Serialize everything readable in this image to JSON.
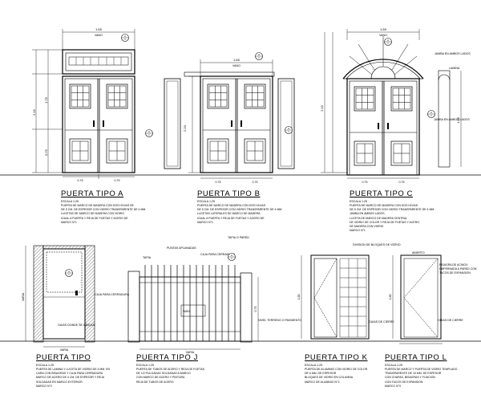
{
  "details": [
    {
      "id": "A",
      "title": "PUERTA TIPO A",
      "scale": "ESCALA 1:25",
      "notes": "PUERTA DE MARCO DE MADERA CON DOS HOJAS DE\nDE 5 CM. DE ESPESOR CON VIDRIO TRANSPARENTE DE 4 MM.\nLUCETAS DE MARCO DE MADERA CON VIDRIO\nIGUAL A PUERTA Y REJA DE FIJETAS Y ACERO DE\nMARCO N°1",
      "dims": {
        "vano": "1.65",
        "vano_label": "VANO",
        "height": "2.15",
        "parts": [
          "1.75",
          "0.75",
          "0.75"
        ],
        "bottom": [
          "0.75",
          "0.75"
        ]
      }
    },
    {
      "id": "B",
      "title": "PUERTA TIPO B",
      "scale": "ESCALA 1:25",
      "notes": "PUERTA DE MARCO DE MADERA CON DOS HOJAS\nDE 5 CM. DE ESPESOR CON VIDRIO TRANSPARENTE DE 4 MM.\nLUCETAS LATERALES DE MARCO DE MADERA\nIGUAL A PUERTA Y REJA DE FIJETAS Y ACERO DE\nMARCO N°1",
      "dims": {
        "vano": "1.65",
        "vano_label": "VANO",
        "height": "2.20",
        "parts": [
          "1.80",
          "0.75"
        ],
        "bottom": [
          "0.75",
          "0.75"
        ]
      }
    },
    {
      "id": "C",
      "title": "PUERTA TIPO C",
      "scale": "ESCALA 1:25",
      "notes": "PUERTA DE MARCO DE MADERA CON DOS HOJAS\nDE 5 CM. DE ESPESOR CON VIDRIO TRANSPARENTE DE 4 MM.\nJAMBA EN AMBOS LADOS\nLUCETA DE MARCO DE MADERA CENTRAL\nDE VIDRIO DE COLOR Y REJA DE FIJETAS Y ACERO\nDE MADERA CON VIDRIO\nMARCO N°1",
      "labels": [
        "JAMBA EN AMBOS LADOS",
        "LAMINA",
        "JAMBA EN AMBOS LADOS"
      ],
      "dims": {
        "vano": "1.65",
        "vano_label": "VANO",
        "height": "2.15",
        "parts": [
          "0.75",
          "0.75"
        ],
        "side": "1.96"
      }
    },
    {
      "id": "I",
      "title": "PUERTA TIPO",
      "scale": "ESCALA 1:25",
      "notes": "PUERTA DE LAMINA Y LUCETA DE VIDRIO DE 4 MM. EN\nCARA CON BISAGRAS Y CAJA PARA CERRADURA\nMARCO DE ACERO DE 4 CM. DE ESPESOR Y REJA\nSOLDADAS EN MARCO EXTERIOR\nMARCO N°2",
      "labels": [
        "CAJA PARA CERRADURA",
        "GUIAS DONDE SE INDIQUE"
      ],
      "dims": {
        "height": "VARIA",
        "width": "VARIA",
        "top": "0.50"
      }
    },
    {
      "id": "J",
      "title": "PUERTA TIPO J",
      "scale": "ESCALA 1:25",
      "notes": "PUERTA DE TUBOS DE ACERO Y REJA DE FIJETAS\nDE 1/2 PULGADAS SOLDADAS A MARCO\nCON MARCO DE ACERO Y PINTURA\nREJA DE TUBOS DE ACERO",
      "labels": [
        "TAPIA",
        "PUNTAS APLANADAS",
        "CAJA PARA CERRADURA",
        "TAPIA O PARED",
        "NIVEL TERRENO O PAVIMENTO",
        "VARIA"
      ],
      "dims": {
        "width": "VARIA",
        "height": "0.75"
      }
    },
    {
      "id": "K",
      "title": "PUERTA TIPO K",
      "scale": "ESCALA 1:25",
      "notes": "PUERTA DE ALUMINIO CON VIDRIO DE COLOR\nDE 6 MM. DE ESPESOR\nBLOQUES DE VIDRIO EN COLUMNA\nMARCO DE ALUMINIO N°3",
      "labels": [
        "DIVISION DE BLOQUES DE VIDRIO",
        "GUIAS DE CIERRE"
      ],
      "dims": {
        "height": "1.85"
      }
    },
    {
      "id": "L",
      "title": "PUERTA TIPO L",
      "scale": "ESCALA 1:25",
      "notes": "PUERTA DE MARCO Y PUERTA DE VIDRIO TEMPLADO\nTRANSPARENTE DE 10 MM. DE ESPESOR\nCON CHAPAS, BISAGRAS Y FIJACION\nCON TACOS DE EXPANSION\nMARCO N°3",
      "labels": [
        "ABIERTO",
        "BISAGRA DE ACINOX EMPERNADA A PARED CON TACOS DE EXPANSION",
        "GUIAS DE CIERRE"
      ],
      "dims": {
        "height": "1.85"
      }
    }
  ],
  "common": {
    "vano_label": "VANO",
    "grid_values": [
      "0.75",
      "0.75"
    ]
  }
}
